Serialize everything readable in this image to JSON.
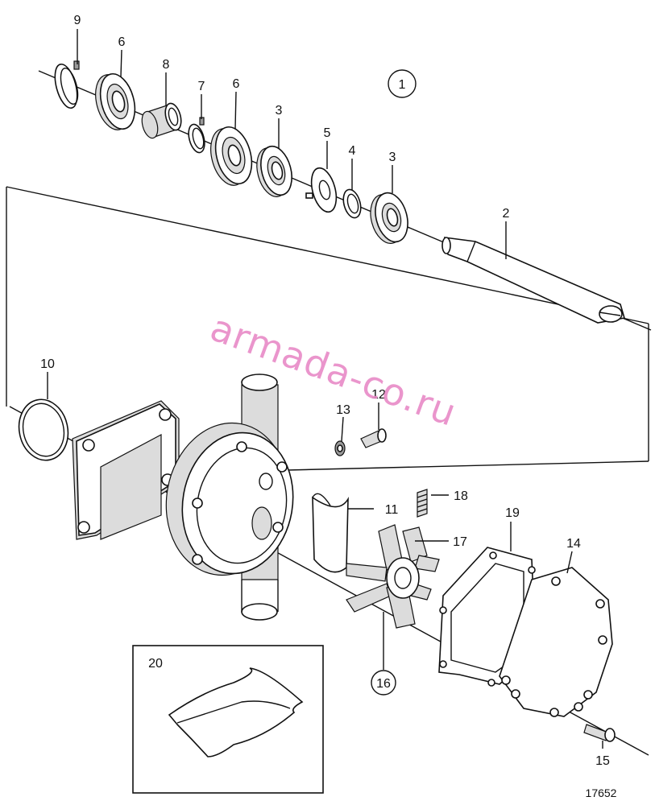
{
  "diagram": {
    "assembly_label": "1",
    "drawing_number": "17652",
    "watermark": "armada-co.ru",
    "kit_box_label": "20",
    "callouts": {
      "c2": "2",
      "c3a": "3",
      "c3b": "3",
      "c4": "4",
      "c5": "5",
      "c6a": "6",
      "c6b": "6",
      "c7": "7",
      "c8": "8",
      "c9": "9",
      "c10": "10",
      "c11": "11",
      "c12": "12",
      "c13": "13",
      "c14": "14",
      "c15": "15",
      "c16": "16",
      "c17": "17",
      "c18": "18",
      "c19": "19"
    }
  }
}
